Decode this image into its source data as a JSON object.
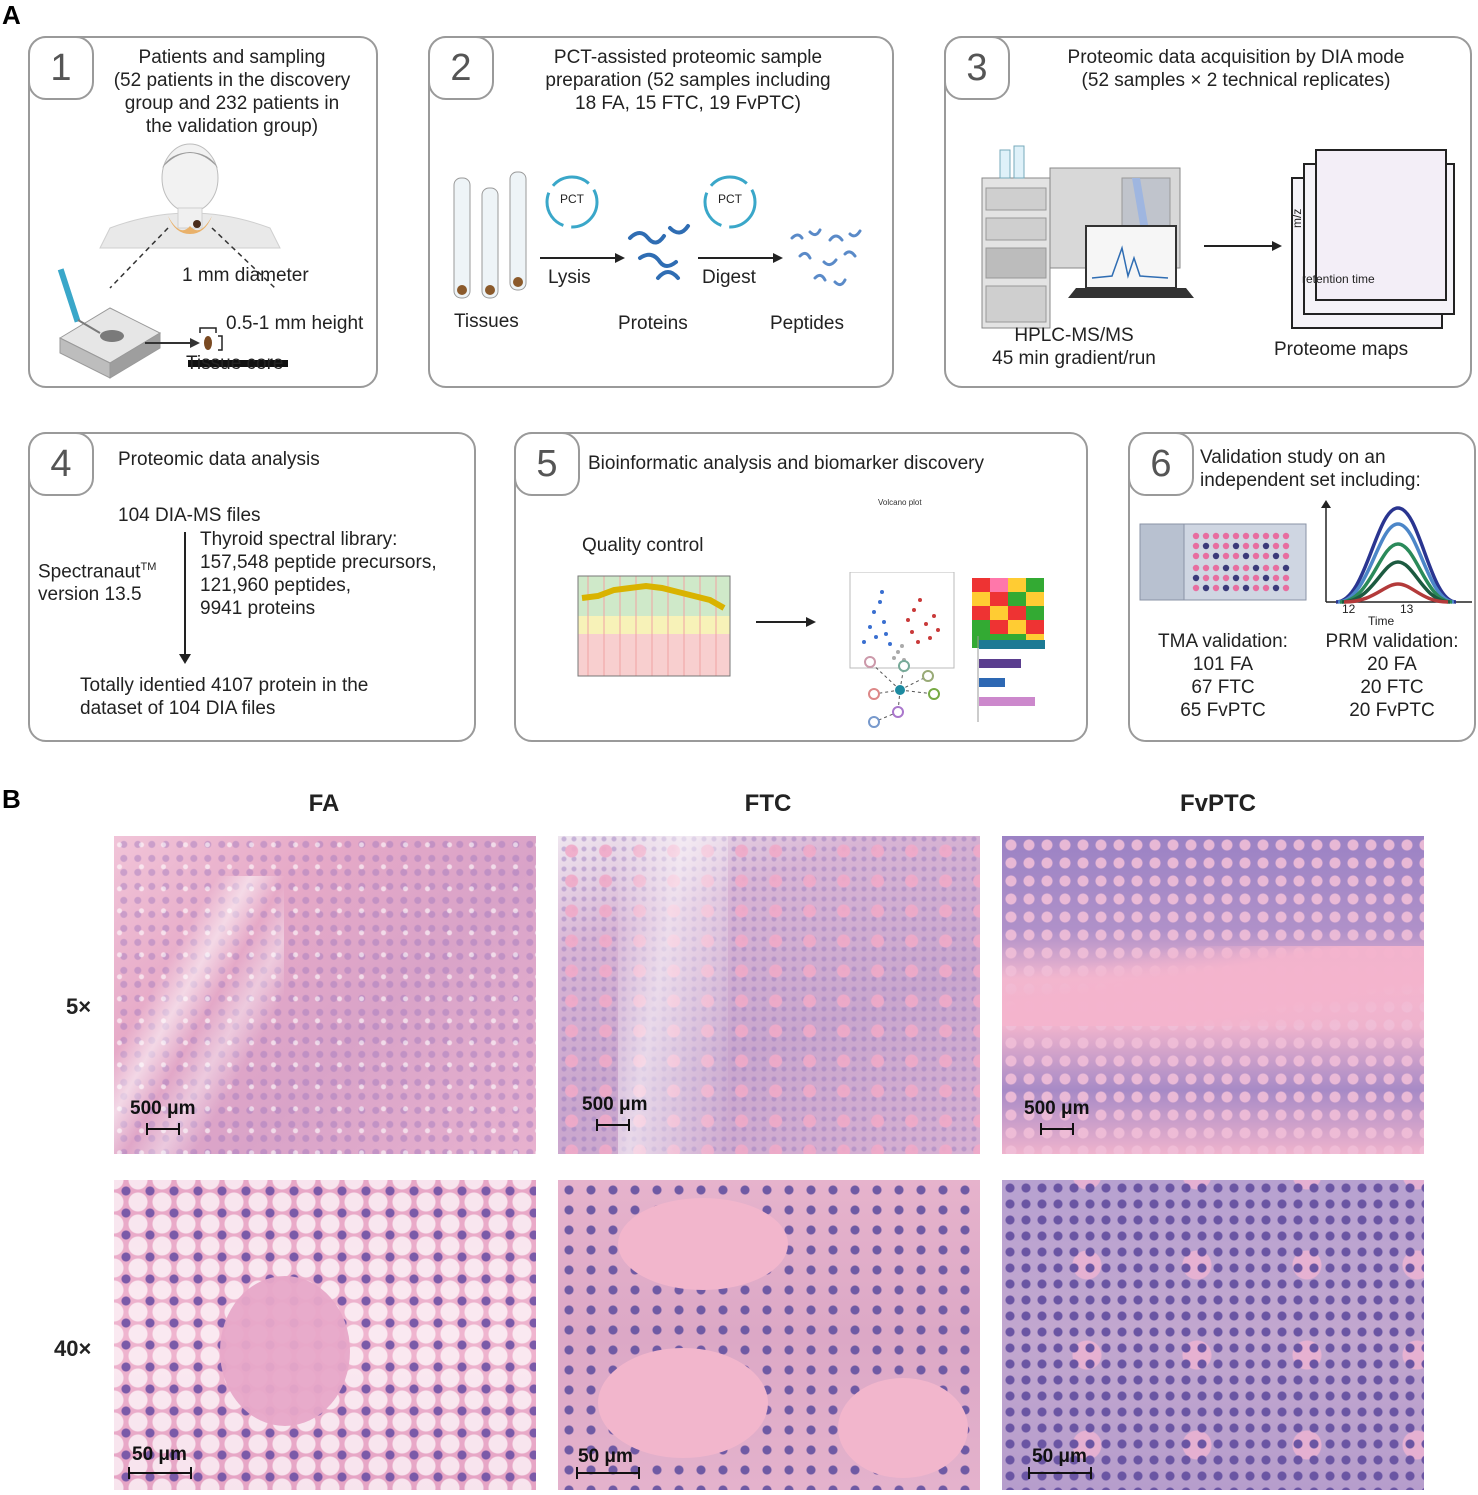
{
  "panel_a": {
    "letter": "A",
    "box1": {
      "number": "1",
      "title_lines": [
        "Patients and sampling",
        "(52 patients in the discovery",
        "group and 232 patients in",
        "the validation group)"
      ],
      "diameter": "1 mm diameter",
      "height": "0.5-1 mm height",
      "core": "Tissue core"
    },
    "box2": {
      "number": "2",
      "title_lines": [
        "PCT-assisted proteomic sample",
        "preparation (52 samples including",
        "18 FA, 15 FTC, 19 FvPTC)"
      ],
      "pct1": "PCT",
      "pct2": "PCT",
      "lysis": "Lysis",
      "digest": "Digest",
      "tissues": "Tissues",
      "proteins": "Proteins",
      "peptides": "Peptides"
    },
    "box3": {
      "number": "3",
      "title_lines": [
        "Proteomic data acquisition by DIA mode",
        "(52 samples × 2 technical replicates)"
      ],
      "instrument_lines": [
        "HPLC-MS/MS",
        "45 min gradient/run"
      ],
      "maps": "Proteome maps",
      "mz": "m/z",
      "rt": "retention time"
    },
    "box4": {
      "number": "4",
      "title": "Proteomic data analysis",
      "files": "104 DIA-MS files",
      "software_lines": [
        "Spectranaut",
        "version 13.5"
      ],
      "tm": "TM",
      "library_lines": [
        "Thyroid spectral library:",
        "157,548 peptide precursors,",
        "121,960 peptides,",
        "9941 proteins"
      ],
      "result_lines": [
        "Totally identied 4107  protein in the",
        "dataset of 104 DIA files"
      ]
    },
    "box5": {
      "number": "5",
      "title": "Bioinformatic analysis and biomarker discovery",
      "qc": "Quality control",
      "volcano": "Volcano plot"
    },
    "box6": {
      "number": "6",
      "title_lines": [
        "Validation study on an",
        "independent set including:"
      ],
      "tma_lines": [
        "TMA validation:",
        "101 FA",
        "67 FTC",
        "65 FvPTC"
      ],
      "prm_lines": [
        "PRM validation:",
        "20 FA",
        "20 FTC",
        "20 FvPTC"
      ],
      "tick12": "12",
      "tick13": "13",
      "time": "Time"
    }
  },
  "panel_b": {
    "letter": "B",
    "columns": [
      "FA",
      "FTC",
      "FvPTC"
    ],
    "rows": [
      "5×",
      "40×"
    ],
    "scale_5x": "500 μm",
    "scale_40x": "50 μm"
  },
  "colors": {
    "box_border": "#9a9a9a",
    "he_pink": "#e8a7c4",
    "he_purple": "#9a7fc0",
    "blue_accent": "#3aa7c9"
  }
}
